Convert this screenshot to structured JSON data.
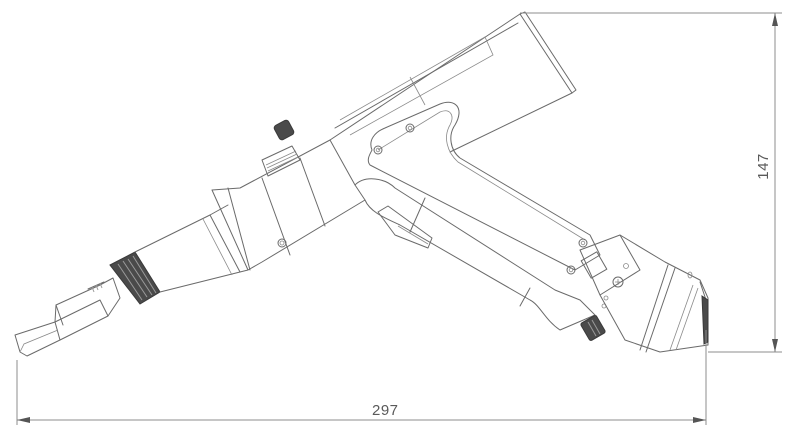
{
  "drawing": {
    "subject": "handheld laser welding gun",
    "view": "side view",
    "line_color": "#6a6a6a",
    "background": "#ffffff"
  },
  "dimensions": {
    "width": {
      "value": "297",
      "orientation": "horizontal"
    },
    "height": {
      "value": "147",
      "orientation": "vertical"
    }
  }
}
